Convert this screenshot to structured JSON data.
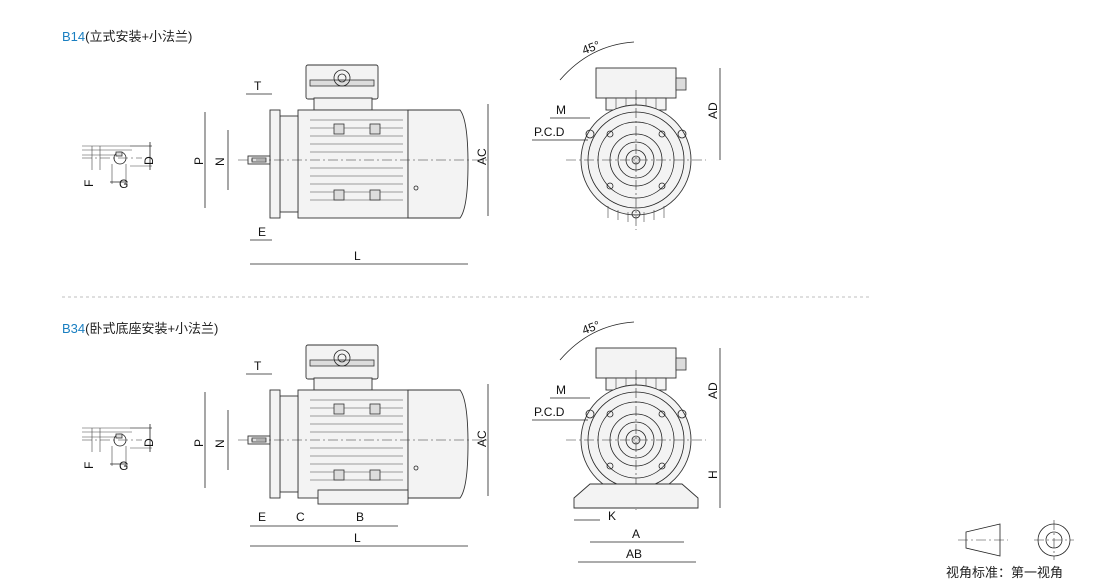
{
  "sections": [
    {
      "code": "B14",
      "title": "(立式安装+小法兰)"
    },
    {
      "code": "B34",
      "title": "(卧式底座安装+小法兰)"
    }
  ],
  "dims_side": {
    "T": "T",
    "P": "P",
    "N": "N",
    "E": "E",
    "L": "L",
    "AC": "AC",
    "F": "F",
    "G": "G",
    "D": "D",
    "C": "C",
    "B": "B"
  },
  "dims_front": {
    "angle": "45°",
    "M": "M",
    "PCD": "P.C.D",
    "AD": "AD",
    "H": "H",
    "K": "K",
    "A": "A",
    "AB": "AB"
  },
  "legend": {
    "label": "视角标准：第一视角"
  }
}
